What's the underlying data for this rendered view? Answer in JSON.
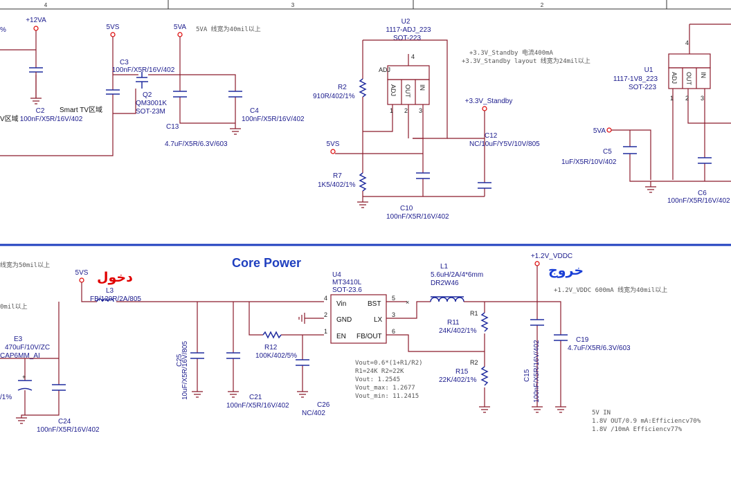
{
  "header": {
    "zones": [
      "4",
      "3",
      "2"
    ]
  },
  "section_title": "Core Power",
  "annotations": {
    "input_label": "دخول",
    "output_label": "خروج"
  },
  "nets": {
    "p12va": "+12VA",
    "p5vs_top": "5VS",
    "p5va_top": "5VA",
    "p5va_note": "5VA 线宽为40mil以上",
    "smart_tv": "Smart TV区域",
    "tv_zone": "V区域",
    "pct": "%",
    "p33_standby": "+3.3V_Standby",
    "standby_note1": "+3.3V_Standby 电流400mA",
    "standby_note2": "+3.3V_Standby layout 线宽为24mil以上",
    "p5vs_mid": "5VS",
    "p5va_right": "5VA",
    "p5vs_core": "5VS",
    "left_note1": "线宽为50mil以上",
    "left_note2": "0mil以上",
    "p12_vddc": "+1.2V_VDDC",
    "vddc_note": "+1.2V_VDDC 600mA 线宽为40mil以上"
  },
  "components": {
    "c2": {
      "ref": "C2",
      "value": "100nF/X5R/16V/402"
    },
    "c3": {
      "ref": "C3",
      "value": "100nF/X5R/16V/402"
    },
    "q2": {
      "ref": "Q2",
      "part": "QM3001K",
      "package": "SOT-23M"
    },
    "c13": {
      "ref": "C13",
      "value": "4.7uF/X5R/6.3V/603"
    },
    "c4": {
      "ref": "C4",
      "value": "100nF/X5R/16V/402"
    },
    "u2": {
      "ref": "U2",
      "part": "1117-ADJ_223",
      "package": "SOT-223",
      "pin_adj": "ADJ",
      "pin4": "4",
      "pin1": "1",
      "pin2": "2",
      "pin3": "3",
      "lbl1": "ADJ",
      "lbl2": "OUT",
      "lbl3": "IN"
    },
    "r2": {
      "ref": "R2",
      "value": "910R/402/1%"
    },
    "r7": {
      "ref": "R7",
      "value": "1K5/402/1%"
    },
    "c10": {
      "ref": "C10",
      "value": "100nF/X5R/16V/402"
    },
    "c12": {
      "ref": "C12",
      "value": "NC/10uF/Y5V/10V/805"
    },
    "u1": {
      "ref": "U1",
      "part": "1117-1V8_223",
      "package": "SOT-223",
      "pin4": "4",
      "pin1": "1",
      "pin2": "2",
      "pin3": "3",
      "lbl1": "ADJ",
      "lbl2": "OUT",
      "lbl3": "IN"
    },
    "c5": {
      "ref": "C5",
      "value": "1uF/X5R/10V/402"
    },
    "c6": {
      "ref": "C6",
      "value": "100nF/X5R/16V/402"
    },
    "l3": {
      "ref": "L3",
      "value": "FB/120R/2A/805"
    },
    "e3": {
      "ref": "E3",
      "value": "470uF/10V/ZC",
      "package": "CAP6MM_AI",
      "tol": "/1%"
    },
    "c24": {
      "ref": "C24",
      "value": "100nF/X5R/16V/402"
    },
    "c25": {
      "ref": "C25",
      "value": "10uF/X5R/16V/805"
    },
    "c21": {
      "ref": "C21",
      "value": "100nF/X5R/16V/402"
    },
    "r12": {
      "ref": "R12",
      "value": "100K/402/5%"
    },
    "c26": {
      "ref": "C26",
      "value": "NC/402"
    },
    "u4": {
      "ref": "U4",
      "part": "MT3410L",
      "package": "SOT-23.6",
      "pins": {
        "vin": "Vin",
        "gnd": "GND",
        "en": "EN",
        "bst": "BST",
        "lx": "LX",
        "fb": "FB/OUT"
      },
      "pin_nums": {
        "vin": "4",
        "gnd": "2",
        "en": "1",
        "bst": "5",
        "lx": "3",
        "fb": "6"
      }
    },
    "l1": {
      "ref": "L1",
      "value": "5.6uH/2A/4*6mm",
      "part": "DR2W46"
    },
    "r11": {
      "ref": "R11",
      "value": "24K/402/1%",
      "tag": "R1"
    },
    "r15": {
      "ref": "R15",
      "value": "22K/402/1%",
      "tag": "R2"
    },
    "c15": {
      "ref": "C15",
      "value": "100nF/X5R/16V/402"
    },
    "c19": {
      "ref": "C19",
      "value": "4.7uF/X5R/6.3V/603"
    }
  },
  "formula_notes": [
    "Vout=0.6*(1+R1/R2)",
    "R1=24K   R2=22K",
    "Vout: 1.2545",
    "Vout_max: 1.2677",
    "Vout_min: 11.2415"
  ],
  "efficiency_notes": [
    "5V IN",
    "1.8V OUT/0.9 mA:Efficiencv70%",
    "1.8V /10mA Efficiencv77%"
  ],
  "colors": {
    "wire": "#8b1a2b",
    "part": "#1f2b9e",
    "title": "#1f3fbf",
    "divider": "#1f3fbf",
    "input_note": "#e00000",
    "output_note": "#1a3fd6"
  }
}
